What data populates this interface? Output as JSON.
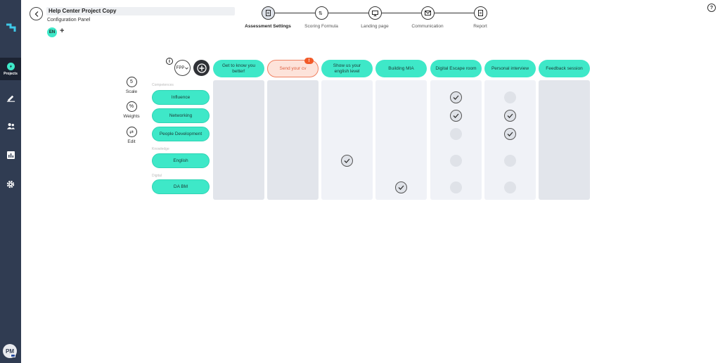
{
  "app": {
    "brand_color": "#303c52",
    "accent": "#3ee8c8"
  },
  "sidebar": {
    "items": [
      {
        "name": "projects",
        "label": "Projects",
        "active": true
      },
      {
        "name": "edit",
        "icon": "pencil-icon"
      },
      {
        "name": "users",
        "icon": "users-icon"
      },
      {
        "name": "reports",
        "icon": "chart-icon"
      },
      {
        "name": "settings",
        "icon": "gear-icon"
      }
    ],
    "avatar": "PM"
  },
  "header": {
    "title": "Help Center Project Copy",
    "subtitle": "Configuration Panel",
    "language": "EN",
    "add_language": "+"
  },
  "steps": [
    {
      "label": "Assessment Settings",
      "active": true
    },
    {
      "label": "Scoring Formula"
    },
    {
      "label": "Landing page"
    },
    {
      "label": "Communication"
    },
    {
      "label": "Report"
    }
  ],
  "help": "?",
  "toolbar": {
    "info": "i",
    "fpp": "FPP"
  },
  "tools": [
    {
      "icon_text": "5",
      "label": "Scale"
    },
    {
      "icon_text": "%",
      "label": "Weights"
    },
    {
      "icon_text": "⇄",
      "label": "Edit"
    }
  ],
  "sections": {
    "competences": "Competences",
    "knowledge": "Knowledge",
    "digital": "Digital"
  },
  "competencies": [
    "Influence",
    "Networking",
    "People Development",
    "English",
    "DA BM"
  ],
  "columns": [
    {
      "label": "Get to know you better!"
    },
    {
      "label": "Send your cv",
      "warning": "!"
    },
    {
      "label": "Show us your english level"
    },
    {
      "label": "Building MIA"
    },
    {
      "label": "Digital Escape room"
    },
    {
      "label": "Personal interview"
    },
    {
      "label": "Feedback session"
    }
  ],
  "matrix": [
    [
      null,
      null,
      null,
      null,
      true,
      false,
      null
    ],
    [
      null,
      null,
      null,
      null,
      true,
      true,
      null
    ],
    [
      null,
      null,
      null,
      null,
      false,
      true,
      null
    ],
    [
      null,
      null,
      true,
      null,
      false,
      false,
      null
    ],
    [
      null,
      null,
      null,
      true,
      false,
      false,
      null
    ]
  ]
}
